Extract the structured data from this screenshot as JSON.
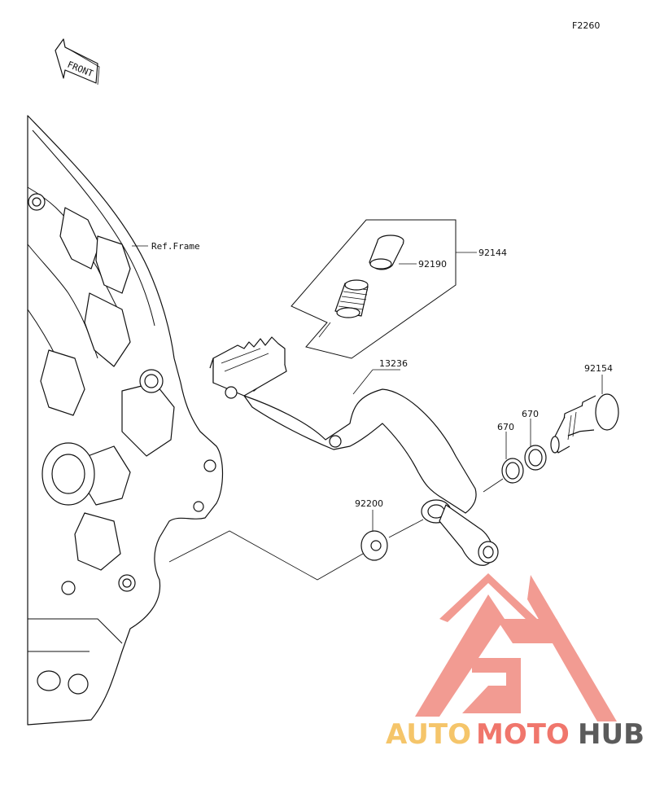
{
  "diagram": {
    "code": "F2260",
    "front_label": "FRONT",
    "ref_frame_label": "Ref.Frame",
    "parts": [
      {
        "id": "p-92144",
        "number": "92144"
      },
      {
        "id": "p-92190",
        "number": "92190"
      },
      {
        "id": "p-13236",
        "number": "13236"
      },
      {
        "id": "p-92154",
        "number": "92154"
      },
      {
        "id": "p-670a",
        "number": "670"
      },
      {
        "id": "p-670b",
        "number": "670"
      },
      {
        "id": "p-92200",
        "number": "92200"
      }
    ]
  },
  "watermark": {
    "word_1": "AUTO",
    "word_2": "MOTO",
    "word_3": "HUB",
    "colors": {
      "auto": "#f5c56a",
      "moto": "#f0766c",
      "hub": "#5b5b5b",
      "triangle": "#f08a80"
    }
  }
}
